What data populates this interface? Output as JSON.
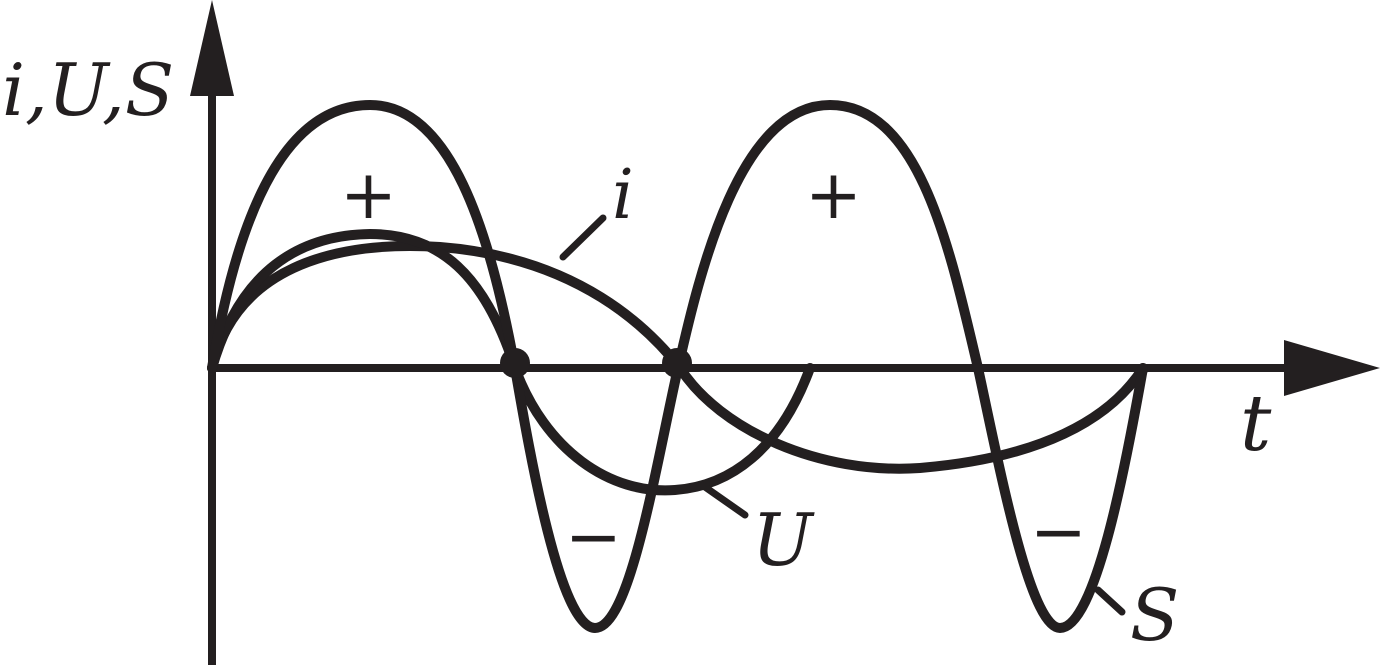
{
  "axes": {
    "y_label": "i,U,S",
    "x_label": "t"
  },
  "curves": {
    "current_label": "i",
    "voltage_label": "U",
    "power_label": "S"
  },
  "signs": {
    "positive_1": "+",
    "positive_2": "+",
    "negative_1": "−",
    "negative_2": "−"
  },
  "colors": {
    "ink": "#231f20",
    "background": "#ffffff"
  }
}
